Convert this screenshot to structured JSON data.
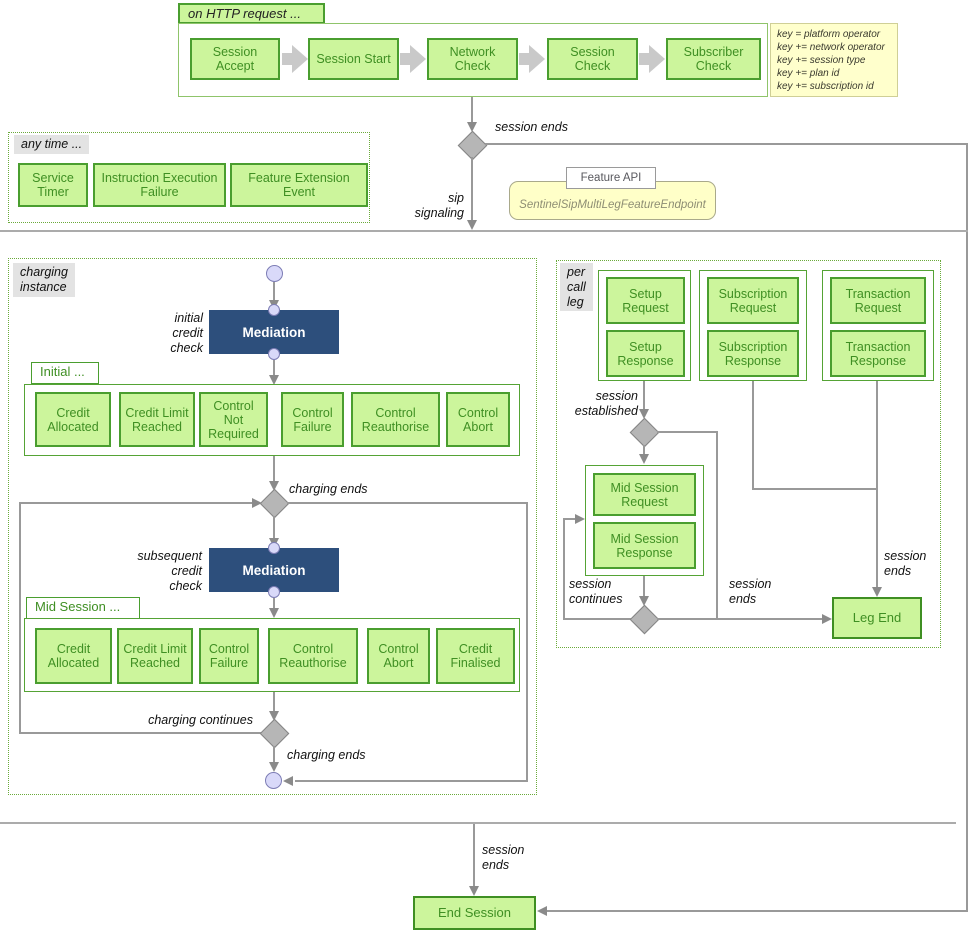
{
  "colors": {
    "node_fill": "#ccf59c",
    "node_border": "#4a9e2f",
    "node_text": "#3f8f23",
    "mediation_fill": "#2d4f7c",
    "note_fill": "#ffffcc",
    "connector": "#999999",
    "label_bg": "#e3e3e3",
    "state_circle": "#d9d9f9"
  },
  "http_request": {
    "label": "on HTTP request ...",
    "events": [
      "Session Accept",
      "Session Start",
      "Network Check",
      "Session Check",
      "Subscriber Check"
    ],
    "note_lines": [
      "key = platform operator",
      "key += network operator",
      "key += session type",
      "key += plan id",
      "key += subscription id"
    ]
  },
  "any_time": {
    "label": "any time ...",
    "events": [
      "Service Timer",
      "Instruction Execution Failure",
      "Feature Extension Event"
    ]
  },
  "feature_api": {
    "label": "Feature API",
    "endpoint": "SentinelSipMultiLegFeatureEndpoint"
  },
  "annotations": {
    "session_ends_top": "session ends",
    "sip_signaling": "sip\nsignaling",
    "initial_credit_check": "initial\ncredit\ncheck",
    "charging_ends_mid": "charging ends",
    "subsequent_credit_check": "subsequent\ncredit\ncheck",
    "charging_continues": "charging continues",
    "charging_ends_bottom": "charging ends",
    "session_established": "session\nestablished",
    "session_continues": "session\ncontinues",
    "session_ends_mid": "session\nends",
    "session_ends_right": "session\nends",
    "session_ends_bottom": "session\nends"
  },
  "charging_instance": {
    "label": "charging\ninstance",
    "mediation": "Mediation",
    "initial": {
      "label": "Initial ...",
      "events": [
        "Credit Allocated",
        "Credit Limit Reached",
        "Control Not Required",
        "Control Failure",
        "Control Reauthorise",
        "Control Abort"
      ]
    },
    "mid_session": {
      "label": "Mid Session ...",
      "events": [
        "Credit Allocated",
        "Credit Limit Reached",
        "Control Failure",
        "Control Reauthorise",
        "Control Abort",
        "Credit Finalised"
      ]
    }
  },
  "per_call_leg": {
    "label": "per\ncall\nleg",
    "groups": [
      {
        "request": "Setup Request",
        "response": "Setup Response"
      },
      {
        "request": "Subscription Request",
        "response": "Subscription Response"
      },
      {
        "request": "Transaction Request",
        "response": "Transaction Response"
      }
    ],
    "mid_session": {
      "request": "Mid Session Request",
      "response": "Mid Session Response"
    },
    "leg_end": "Leg End"
  },
  "end_session": "End Session"
}
